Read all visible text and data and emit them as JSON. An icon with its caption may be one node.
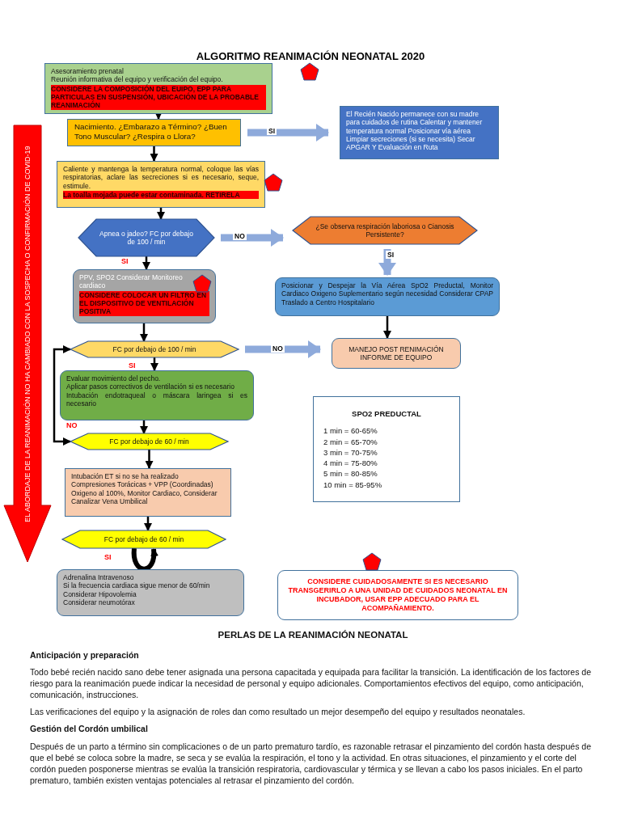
{
  "diagram": {
    "title": "ALGORITMO REANIMACIÓN NEONATAL 2020",
    "nodes": [
      {
        "text": [
          "Asesoramiento prenatal",
          "Reunión informativa del equipo y verificación del equipo.",
          "CONSIDERE LA COMPOSICIÓN DEL EUIPO, EPP PARA PARTICULAS EN SUSPENSIÓN, UBICACIÓN DE LA PROBABLE REANIMACIÓN"
        ]
      },
      {
        "text": [
          "Nacimiento. ¿Embarazo a Término? ¿Buen Tono Muscular? ¿Respira o Llora?"
        ]
      },
      {
        "text": [
          "El Recién Nacido permanece con su madre para cuidados de rutina Calentar y mantener temperatura normal Posicionar vía aérea Limpiar secreciones (si se necesita) Secar APGAR Y Evaluación en Ruta"
        ]
      },
      {
        "text": [
          "Caliente y mantenga la temperatura normal, coloque las vías respiratorias, aclare las secreciones si es necesario, seque, estimule.",
          "La toalla mojada puede estar contaminada. RETIRELA"
        ]
      },
      {
        "text": [
          "Apnea o jadeo? FC por debajo de 100 / min"
        ]
      },
      {
        "text": [
          "¿Se observa respiración laboriosa o Cianosis Persistente?"
        ]
      },
      {
        "text": [
          "PPV, SPO2 Considerar Monitoreo cardiaco",
          "CONSIDERE COLOCAR UN FILTRO EN EL DISPOSITIVO DE VENTILACIÓN POSITIVA"
        ]
      },
      {
        "text": [
          "Posicionar y Despejar la Vía Aérea SpO2 Preductal, Monitor Cardiaco Oxigeno Suplementario según necesidad Considerar CPAP Traslado a Centro Hospitalario"
        ]
      },
      {
        "text": [
          "FC por debajo de 100 / min"
        ]
      },
      {
        "text": [
          "MANEJO POST RENIMACIÓN INFORME DE EQUIPO"
        ]
      },
      {
        "text": [
          "Evaluar movimiento del pecho.",
          "Aplicar pasos correctivos de ventilación si es necesario",
          "Intubación endotraqueal o máscara laringea si es necesario"
        ]
      },
      {
        "text": [
          "FC por debajo de 60 / min"
        ]
      },
      {
        "text": [
          "Intubación ET si no se ha realizado",
          "Compresiones Torácicas + VPP (Coordinadas)",
          "Oxigeno al 100%, Monitor Cardiaco, Considerar Canalizar Vena Umbilical"
        ]
      },
      {
        "text": [
          "FC por debajo de 60 / min"
        ]
      },
      {
        "text": [
          "Adrenalina Intravenoso",
          "Si la frecuencia cardiaca sigue menor de 60/min",
          "Considerar Hipovolemia",
          "Considerar neumotórax"
        ]
      },
      {
        "text": [
          "SPO2 PREDUCTAL",
          "1 min = 60-65%",
          "2 min = 65-70%",
          "3 min = 70-75%",
          "4 min = 75-80%",
          "5 min = 80-85%",
          "10 min = 85-95%"
        ]
      },
      {
        "text": [
          "CONSIDERE CUIDADOSAMENTE SI ES NECESARIO TRANSGERIRLO A UNA UNIDAD DE CUIDADOS NEONATAL EN INCUBADOR, USAR EPP ADECUADO PARA EL ACOMPAÑAMIENTO."
        ]
      },
      {
        "text": [
          "EL ABORDAJE DE LA REANIMACIÓN NO HA CAMBIADO CON LA SOSPECHA O CONFIRMACIÓN DE COVID-19"
        ]
      }
    ],
    "edges": [
      {
        "from": 0,
        "to": 1,
        "arrow": "to"
      },
      {
        "from": 1,
        "to": 2,
        "arrow": "to",
        "label": "SI",
        "style": "thick",
        "color": "#8eaadb"
      },
      {
        "from": 1,
        "to": 3,
        "arrow": "to"
      },
      {
        "from": 3,
        "to": 4,
        "arrow": "to"
      },
      {
        "from": 4,
        "to": 5,
        "arrow": "to",
        "label": "NO",
        "style": "thick",
        "color": "#8eaadb"
      },
      {
        "from": 4,
        "to": 6,
        "arrow": "to",
        "label": "SI"
      },
      {
        "from": 5,
        "to": 7,
        "arrow": "to",
        "label": "SI",
        "style": "thick",
        "color": "#8eaadb"
      },
      {
        "from": 7,
        "to": 9,
        "arrow": "to"
      },
      {
        "from": 6,
        "to": 8,
        "arrow": "to"
      },
      {
        "from": 8,
        "to": 9,
        "arrow": "to",
        "label": "NO",
        "style": "thick",
        "color": "#8eaadb"
      },
      {
        "from": 8,
        "to": 10,
        "arrow": "to",
        "label": "SI"
      },
      {
        "from": 10,
        "to": 11,
        "arrow": "to"
      },
      {
        "from": 11,
        "to": 8,
        "arrow": "both",
        "label": "NO"
      },
      {
        "from": 11,
        "to": 12,
        "arrow": "to"
      },
      {
        "from": 12,
        "to": 13,
        "arrow": "to"
      },
      {
        "from": 13,
        "to": 13,
        "arrow": "to",
        "label": "SI",
        "style": "thick"
      }
    ],
    "labels": [
      "PERLAS DE LA REANIMACIÓN NEONATAL",
      "Anticipación y preparación",
      "Todo bebé recién nacido sano debe tener asignada una persona capacitada y equipada para facilitar la transición. La identificación de los factores de riesgo para la reanimación puede indicar la necesidad de personal y equipo adicionales. Comportamientos efectivos del equipo, como anticipación, comunicación, instrucciones.",
      "Las verificaciones del equipo y la asignación de roles dan como resultado un mejor desempeño del equipo y resultados neonatales.",
      "Gestión del Cordón umbilical",
      "Después de un parto a término sin complicaciones o de un parto prematuro tardío, es razonable retrasar el pinzamiento del cordón hasta después de que el bebé se coloca sobre la madre, se seca y se evalúa la respiración, el tono y la actividad. En otras situaciones, el pinzamiento y el corte del cordón pueden posponerse mientras se evalúa la transición respiratoria, cardiovascular y térmica y se llevan a cabo los pasos iniciales. En el parto prematuro, también existen ventajas potenciales al retrasar el pinzamiento del cordón."
    ]
  }
}
